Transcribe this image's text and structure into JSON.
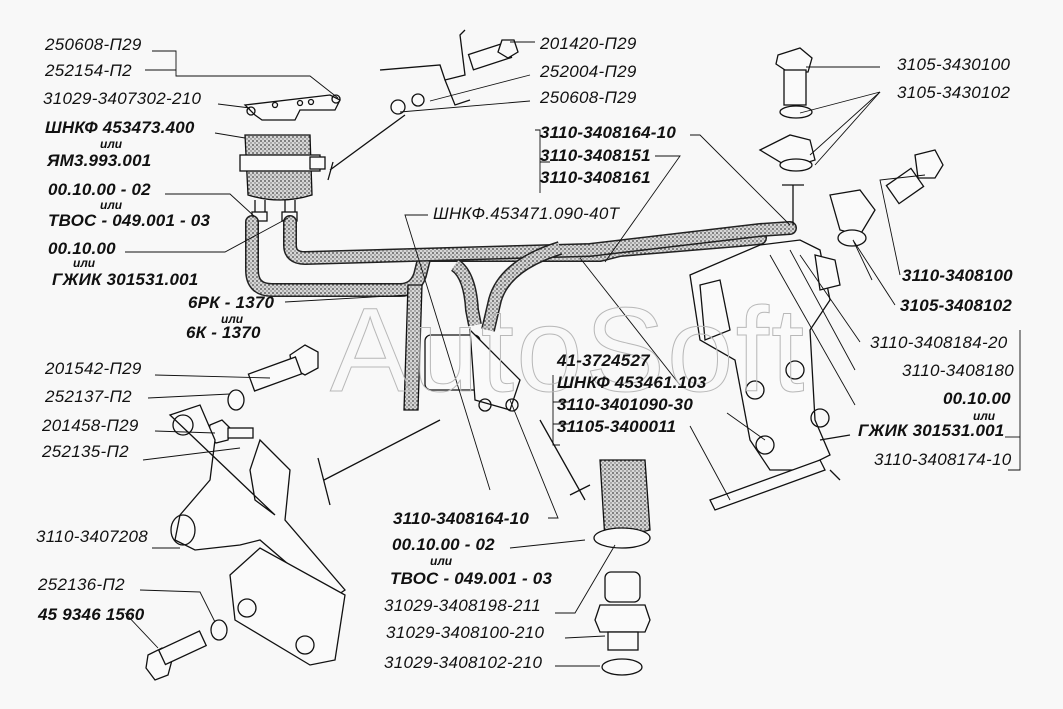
{
  "watermark": "AutoSoft",
  "or_word": "или",
  "labels": {
    "l1": "250608-П29",
    "l2": "252154-П2",
    "l3": "31029-3407302-210",
    "l4": "ШНКФ 453473.400",
    "l5": "ЯМ3.993.001",
    "l6": "00.10.00 - 02",
    "l7": "ТВОС - 049.001 - 03",
    "l8": "00.10.00",
    "l9": "ГЖИК 301531.001",
    "l10": "6РК - 1370",
    "l11": "6К - 1370",
    "l12": "201542-П29",
    "l13": "252137-П2",
    "l14": "201458-П29",
    "l15": "252135-П2",
    "l16": "3110-3407208",
    "l17": "252136-П2",
    "l18": "45 9346 1560",
    "t1": "201420-П29",
    "t2": "252004-П29",
    "t3": "250608-П29",
    "t4": "3110-3408164-10",
    "t5": "3110-3408151",
    "t6": "3110-3408161",
    "t7": "ШНКФ.453471.090-40Т",
    "r1": "3105-3430100",
    "r2": "3105-3430102",
    "r3": "3110-3408100",
    "r4": "3105-3408102",
    "r5": "3110-3408184-20",
    "r6": "3110-3408180",
    "r7": "00.10.00",
    "r8": "ГЖИК 301531.001",
    "r9": "3110-3408174-10",
    "m1": "41-3724527",
    "m2": "ШНКФ 453461.103",
    "m3": "3110-3401090-30",
    "m4": "31105-3400011",
    "b1": "3110-3408164-10",
    "b2": "00.10.00 - 02",
    "b3": "ТВОС - 049.001 - 03",
    "b4": "31029-3408198-211",
    "b5": "31029-3408100-210",
    "b6": "31029-3408102-210"
  }
}
